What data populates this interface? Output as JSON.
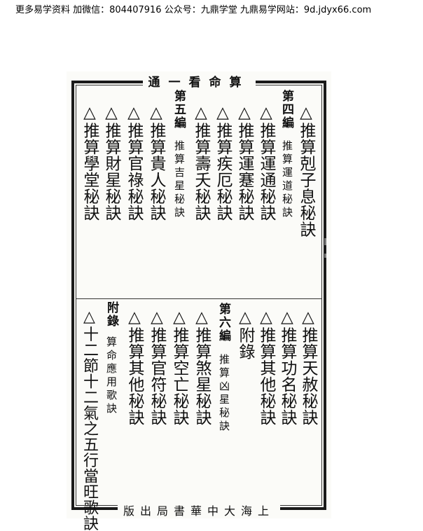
{
  "watermark": {
    "text": "更多易学资料 加微信：804407916 公众号：九鼎学堂 九鼎易学网站：9d.jdyx66.com"
  },
  "book": {
    "header": "通一看命算",
    "footer": "版出局書華中大海上"
  },
  "upper": {
    "items": [
      "△推算剋子息秘訣",
      "△推算運通秘訣",
      "△推算運蹇秘訣",
      "△推算疾厄秘訣",
      "△推算壽夭秘訣",
      "△推算貴人秘訣",
      "△推算官祿秘訣",
      "△推算財星秘訣",
      "△推算學堂秘訣"
    ],
    "section4": {
      "label": "第四編",
      "sub": "推算運道秘訣"
    },
    "section5": {
      "label": "第五編",
      "sub": "推算吉星秘訣"
    }
  },
  "lower": {
    "items": [
      "△推算天赦秘訣",
      "△推算功名秘訣",
      "△推算其他秘訣",
      "△附錄",
      "△推算煞星秘訣",
      "△推算空亡秘訣",
      "△推算官符秘訣",
      "△推算其他秘訣",
      "△十二節十二氣之五行當旺歌訣"
    ],
    "section6": {
      "label": "第六編",
      "sub": "推算凶星秘訣"
    },
    "appendix": {
      "label": "附錄",
      "sub": "算命應用歌訣"
    }
  }
}
